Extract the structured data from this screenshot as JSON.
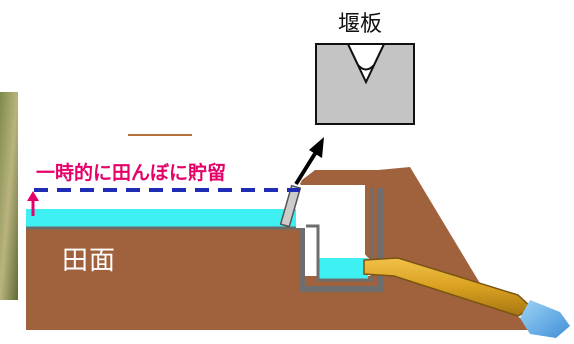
{
  "labels": {
    "weir_plate": "堰板",
    "field_surface": "田面",
    "temporary_storage": "一時的に田んぼに貯留"
  },
  "colors": {
    "soil": "#a0623c",
    "water": "#3ff0f2",
    "water_level_dash": "#1f2db5",
    "caption_pink": "#e5006a",
    "plate_gray": "#c4c4c4",
    "box_gray": "#6e6e6e",
    "pipe": "#d9a120"
  }
}
